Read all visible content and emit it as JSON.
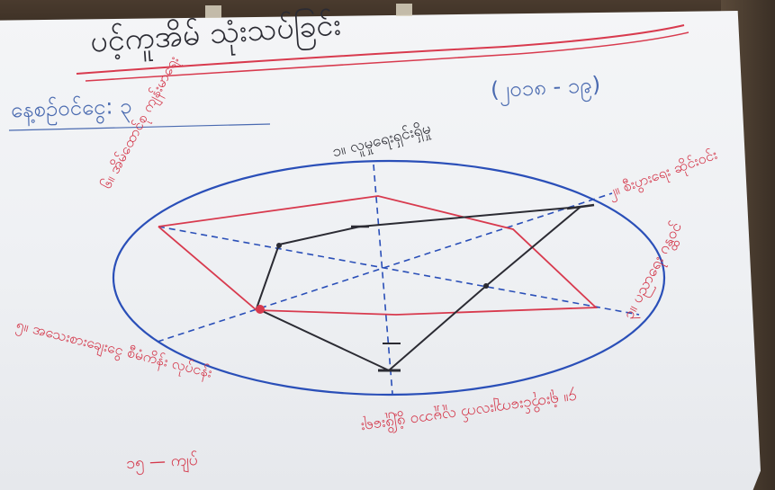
{
  "photo": {
    "title": "ပင့်ကူအိမ် သုံးသပ်ခြင်း",
    "subtitle_left": "နေ့စဥ်ဝင်ငွေ: ၃",
    "year_label": "(၂၀၁၈ - ၁၉)",
    "labels": {
      "top": "၁။ လူမှုရေးရှင်းရှိမှု",
      "upper_left": "၆။ အိမ်ထောင်စု ကျန်းမာရေး",
      "upper_right": "၂။ စီးပွားရေး ဆိုင်းဝင်း",
      "right": "၃။ ပညာရေး ဂန္ထဝင်",
      "lower_left": "၅။ အသေးစားချေးငွေ စီမံကိန်း လုပ်ငန်း",
      "bottom": "၄။ ရုံးတိုင်းကျေးလက် လူမှုဘဝ ဖွံ့ဖြိုးရေး",
      "footer": "၁၅ — ကျပ်"
    },
    "colors": {
      "paper": "#f1f2f5",
      "blue_ink": "#2a4fb8",
      "red_ink": "#d83a4e",
      "black_ink": "#2b2b33",
      "table": "#3a2f25"
    }
  }
}
